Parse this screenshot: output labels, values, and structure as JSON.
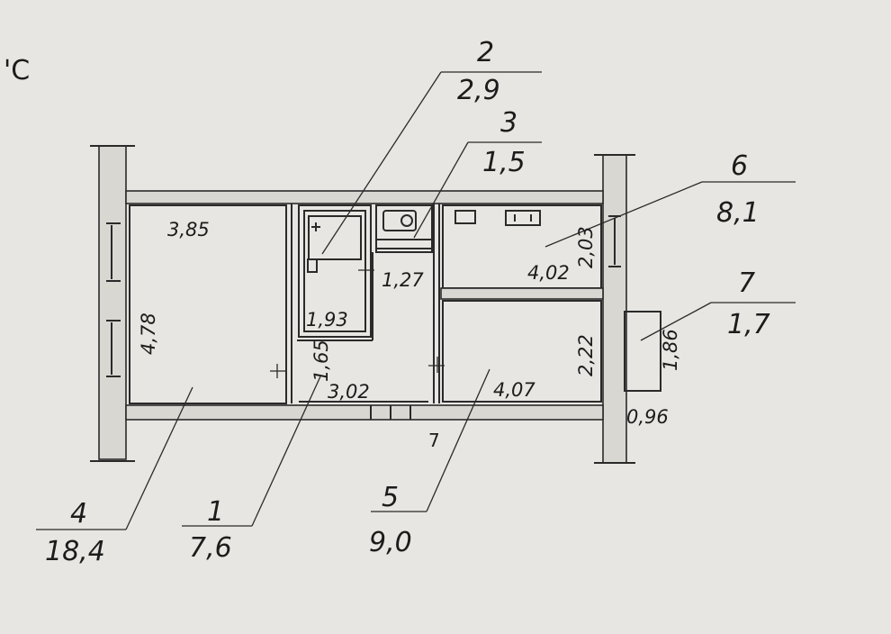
{
  "corner_mark": "'С",
  "room_callouts": [
    {
      "number": "1",
      "area": "7,6"
    },
    {
      "number": "2",
      "area": "2,9"
    },
    {
      "number": "3",
      "area": "1,5"
    },
    {
      "number": "4",
      "area": "18,4"
    },
    {
      "number": "5",
      "area": "9,0"
    },
    {
      "number": "6",
      "area": "8,1"
    },
    {
      "number": "7",
      "area": "1,7"
    }
  ],
  "dimensions": {
    "room4_width": "3,85",
    "room4_length": "4,78",
    "room2_width": "1,93",
    "room3_width": "1,27",
    "room1_depth": "1,65",
    "room1_width": "3,02",
    "room6_width": "4,02",
    "room6_depth": "2,03",
    "room5_width": "4,07",
    "room5_depth": "2,22",
    "room7_length": "1,86",
    "room7_width": "0,96"
  },
  "stray_mark": "7"
}
